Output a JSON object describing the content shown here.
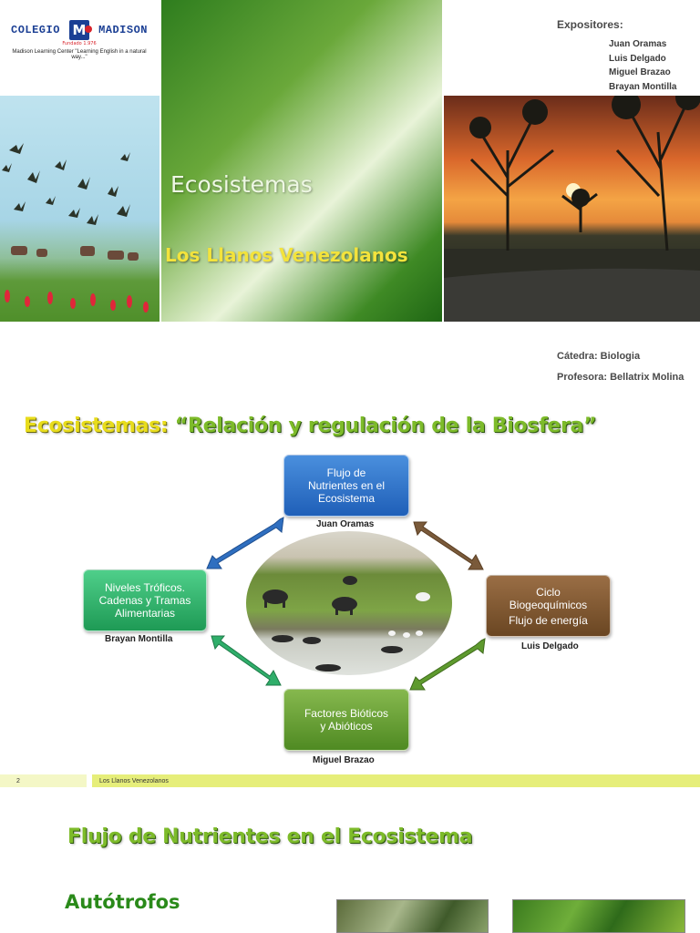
{
  "slide1": {
    "logo": {
      "left_word": "COLEGIO",
      "badge_letter": "M",
      "right_word": "MADISON",
      "subtext": "Fundado 1.976",
      "tagline": "Madison Learning Center \"Learning English in a natural way...\""
    },
    "title": "Ecosistemas",
    "subtitle": "Los Llanos Venezolanos",
    "expositores": {
      "heading": "Expositores:",
      "names": [
        "Juan Oramas",
        "Luis Delgado",
        "Miguel Brazao",
        "Brayan Montilla"
      ]
    },
    "catedra": "Cátedra: Biologia",
    "profesora": "Profesora: Bellatrix Molina"
  },
  "slide2": {
    "title_part1": "Ecosistemas:",
    "title_part2": " “Relación y regulación de la Biosfera”",
    "boxes": {
      "top": {
        "lines": [
          "Flujo de",
          "Nutrientes en el",
          "Ecosistema"
        ],
        "presenter": "Juan Oramas"
      },
      "left": {
        "lines": [
          "Niveles Tróficos.",
          "Cadenas y Tramas",
          "Alimentarias"
        ],
        "presenter": "Brayan Montilla"
      },
      "right": {
        "line1": "Ciclo",
        "line2": "Biogeoquímicos",
        "line3": "Flujo de energía",
        "presenter": "Luis Delgado"
      },
      "bottom": {
        "lines": [
          "Factores Bióticos",
          "y Abióticos"
        ],
        "presenter": "Miguel Brazao"
      }
    },
    "colors": {
      "blue": "#1f5fb8",
      "green": "#1e9a55",
      "brown": "#6a4622",
      "olive": "#4f8a22"
    }
  },
  "footer": {
    "page_number": "2",
    "title": "Los Llanos Venezolanos"
  },
  "slide3": {
    "title": "Flujo de Nutrientes en el Ecosistema",
    "subtitle": "Autótrofos"
  }
}
